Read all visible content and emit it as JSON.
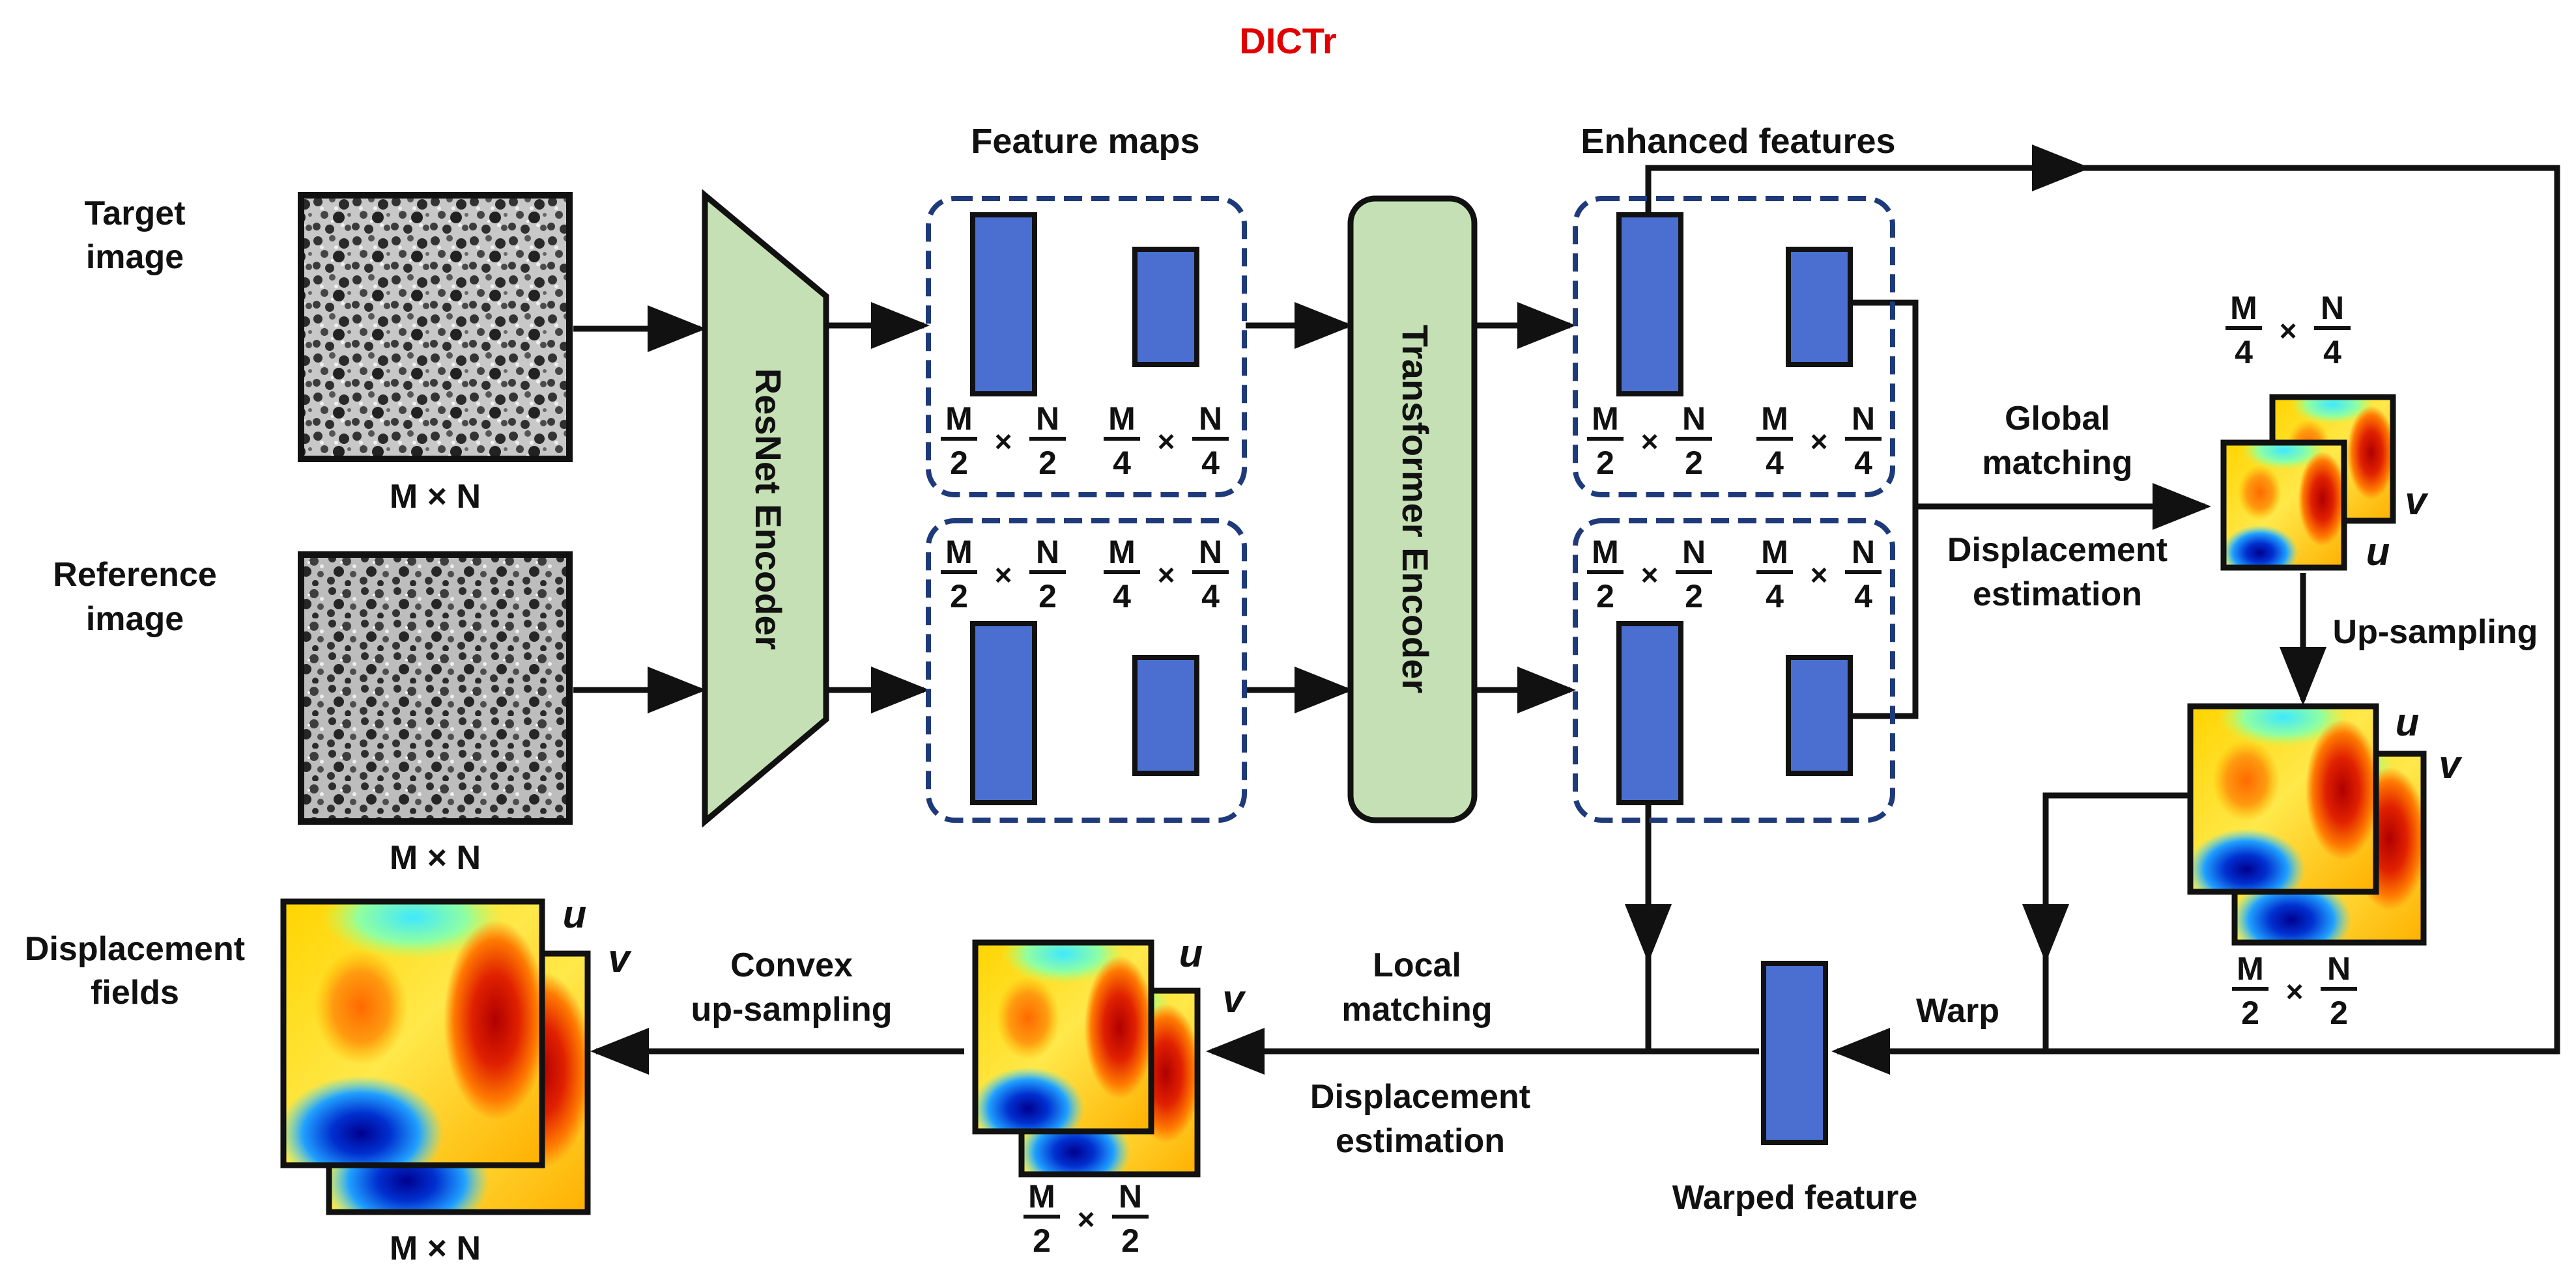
{
  "title": "DICTr",
  "colors": {
    "title": "#e00000",
    "encoder_fill": "#c5e0b4",
    "feature_fill": "#4a6fd1",
    "dash_border": "#1f3a7a",
    "line": "#111111"
  },
  "labels": {
    "target_image": [
      "Target",
      "image"
    ],
    "reference_image": [
      "Reference",
      "image"
    ],
    "resnet_encoder": "ResNet Encoder",
    "transformer_encoder": "Transformer Encoder",
    "feature_maps": "Feature maps",
    "enhanced_features": "Enhanced features",
    "global_matching": [
      "Global",
      "matching"
    ],
    "displacement_estimation_top": [
      "Displacement",
      "estimation"
    ],
    "up_sampling": "Up-sampling",
    "warp": "Warp",
    "warped_feature": "Warped feature",
    "local_matching": [
      "Local",
      "matching"
    ],
    "displacement_estimation_bottom": [
      "Displacement",
      "estimation"
    ],
    "convex_up_sampling": [
      "Convex",
      "up-sampling"
    ],
    "displacement_fields": [
      "Displacement",
      "fields"
    ],
    "u": "u",
    "v": "v"
  },
  "dims": {
    "full": "M × N",
    "M": "M",
    "N": "N",
    "half": "2",
    "quarter": "4",
    "times": "×"
  }
}
